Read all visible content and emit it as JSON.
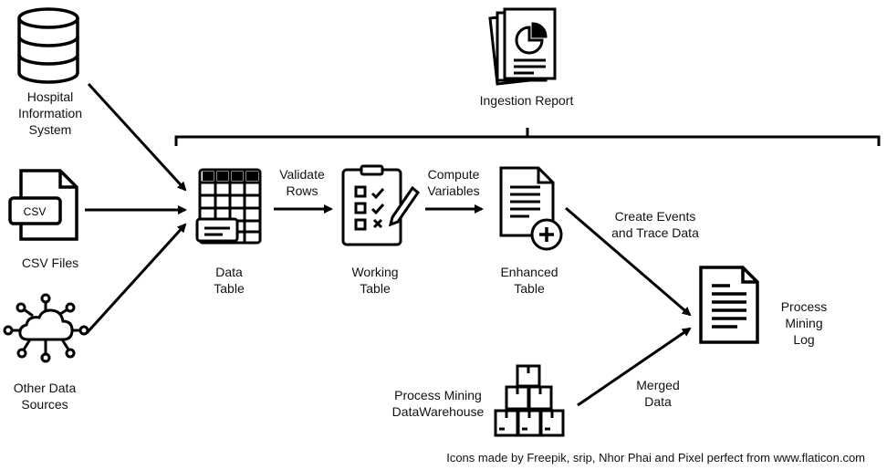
{
  "nodes": {
    "his": "Hospital\nInformation\nSystem",
    "csv_files": "CSV Files",
    "csv_badge": "CSV",
    "other_sources": "Other Data\nSources",
    "data_table": "Data\nTable",
    "working_table": "Working\nTable",
    "enhanced_table": "Enhanced\nTable",
    "ingestion_report": "Ingestion Report",
    "process_mining_log": "Process\nMining\nLog",
    "warehouse": "Process Mining\nDataWarehouse"
  },
  "edges": {
    "validate_rows": "Validate\nRows",
    "compute_variables": "Compute\nVariables",
    "create_events": "Create Events\nand Trace Data",
    "merged_data": "Merged\nData"
  },
  "credit": "Icons made by Freepik, srip, Nhor Phai and Pixel perfect from www.flaticon.com"
}
